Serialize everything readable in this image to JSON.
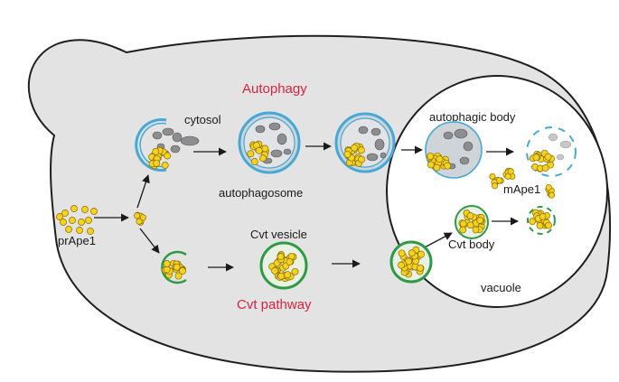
{
  "titles": {
    "autophagy": "Autophagy",
    "cvt_pathway": "Cvt pathway"
  },
  "labels": {
    "cytosol": "cytosol",
    "autophagosome": "autophagosome",
    "autophagic_body": "autophagic body",
    "prape1": "prApe1",
    "cvt_vesicle": "Cvt vesicle",
    "mape1": "mApe1",
    "cvt_body": "Cvt body",
    "vacuole": "vacuole"
  },
  "colors": {
    "cell_fill": "#e3e3e4",
    "cell_stroke": "#1f1f1f",
    "autophagy_membrane": "#45a8d6",
    "cvt_membrane": "#2f9a45",
    "prape1_yellow": "#f4d21e",
    "prape1_outline": "#8a6d00",
    "cytosol_gray": "#8d8d90",
    "title_red": "#d8233f"
  }
}
